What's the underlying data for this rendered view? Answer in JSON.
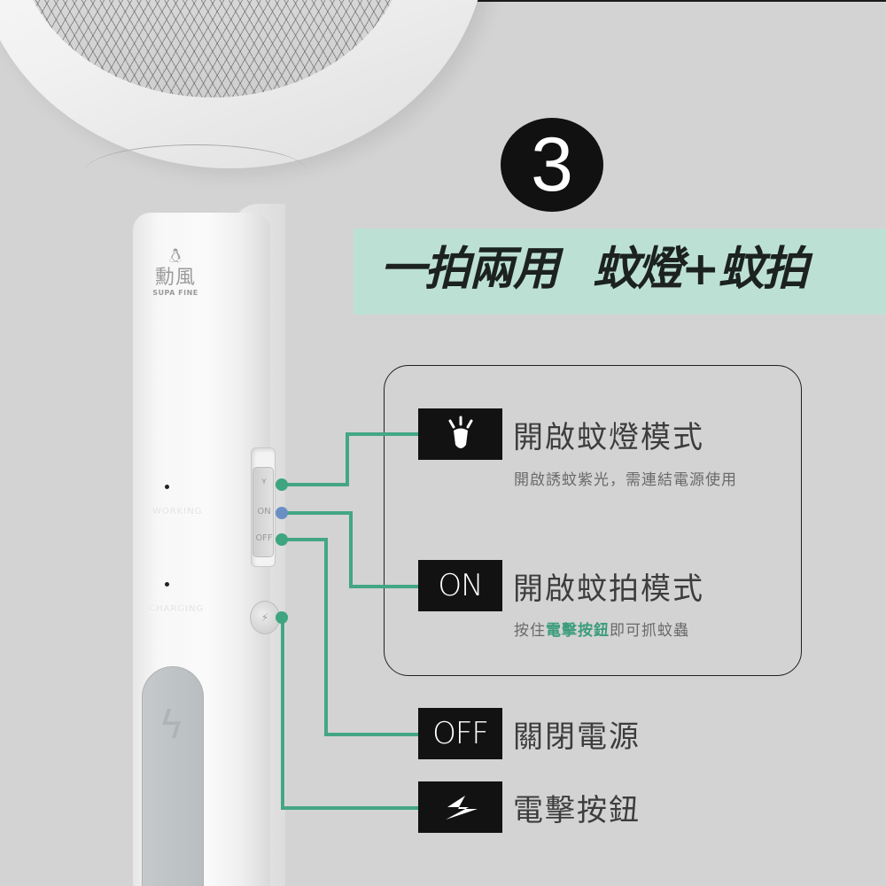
{
  "page": {
    "step_number": "3",
    "headline": {
      "part1": "一拍兩用",
      "part2": "蚊燈+蚊拍"
    },
    "colors": {
      "background": "#d3d3d3",
      "headline_band": "#bde0d5",
      "connector_green": "#44a685",
      "tag_black": "#121212",
      "highlight_green": "#3c9c7c"
    }
  },
  "product": {
    "brand_cn": "勳風",
    "brand_en": "SUPA FINE",
    "logo_icon": "penguin-icon",
    "indicator_labels": [
      "WORKING",
      "CHARGING"
    ],
    "switch_marks": [
      "ʏ",
      "ON",
      "OFF"
    ],
    "button_icon": "lightning-icon"
  },
  "features": [
    {
      "tag_icon": "lamp-bulb-icon",
      "tag_text": "",
      "title": "開啟蚊燈模式",
      "description": "開啟誘蚊紫光，需連結電源使用"
    },
    {
      "tag_icon": "",
      "tag_text": "ON",
      "title": "開啟蚊拍模式",
      "description_pre": "按住",
      "description_highlight": "電擊按鈕",
      "description_post": "即可抓蚊蟲"
    },
    {
      "tag_icon": "",
      "tag_text": "OFF",
      "title": "關閉電源"
    },
    {
      "tag_icon": "lightning-icon",
      "tag_text": "",
      "title": "電擊按鈕"
    }
  ]
}
